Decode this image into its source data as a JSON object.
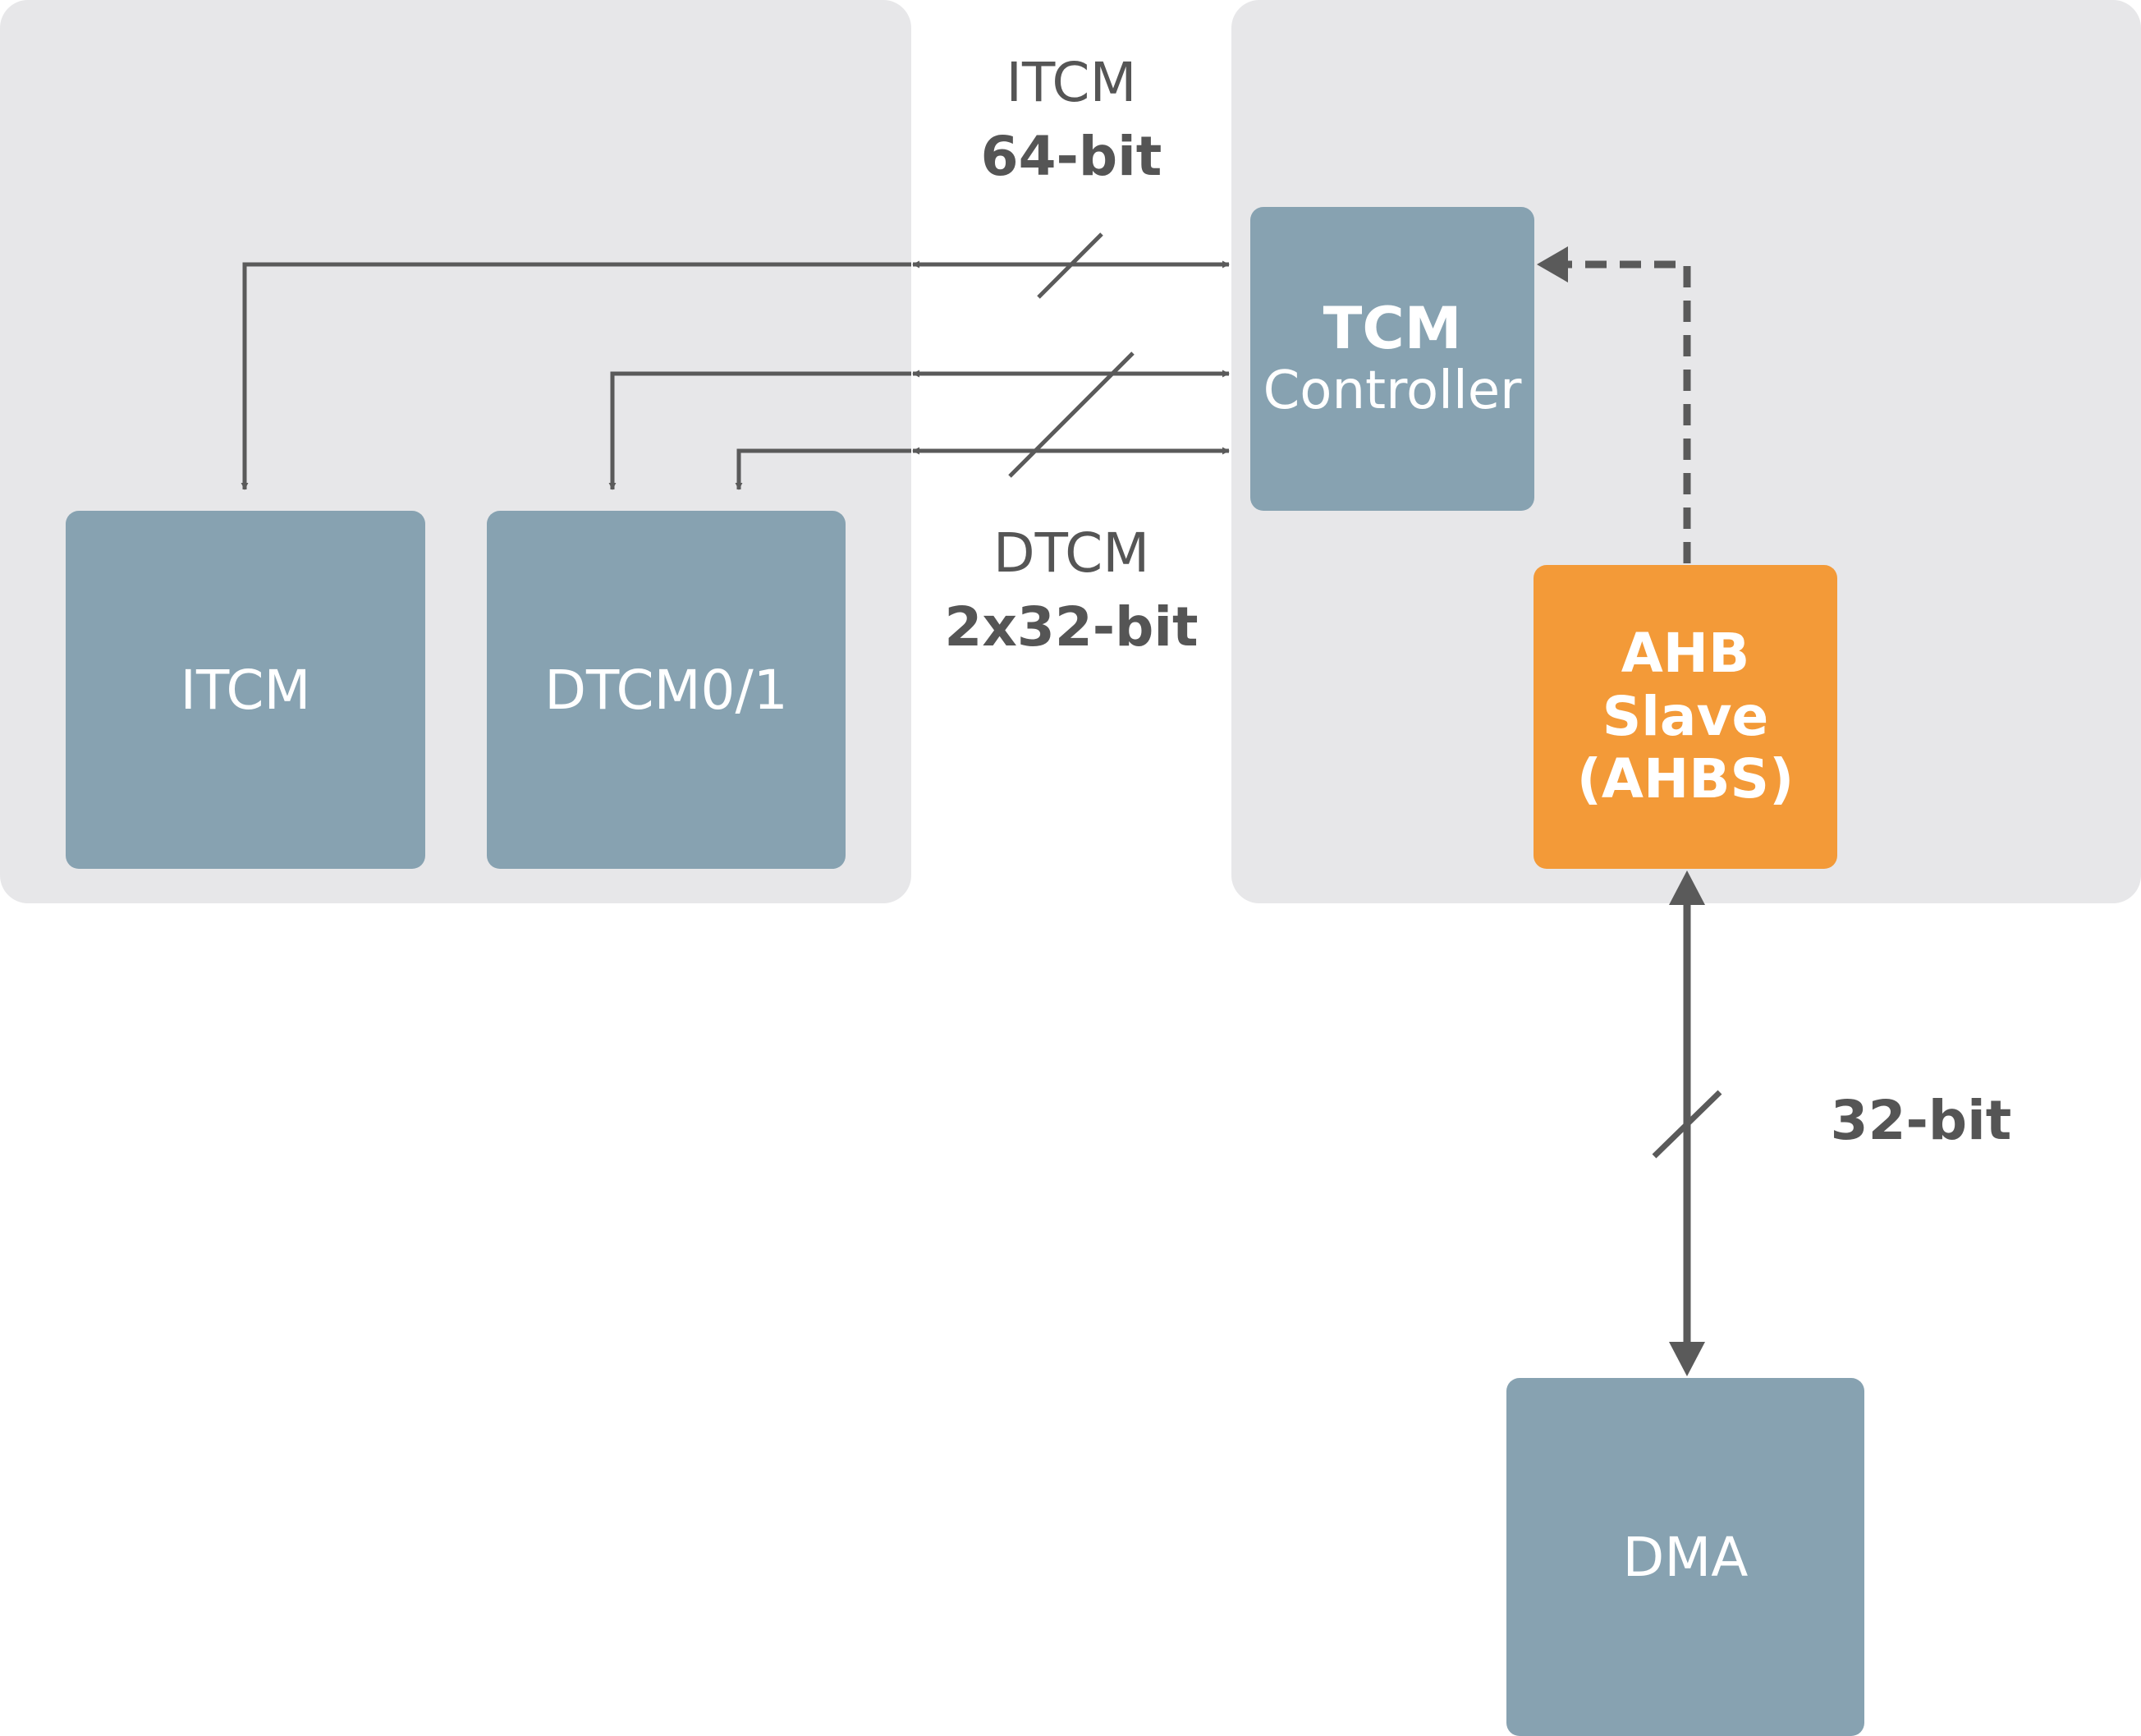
{
  "blocks": {
    "itcm": "ITCM",
    "dtcm": "DTCM0/1",
    "tcm_controller": {
      "title": "TCM",
      "subtitle": "Controller"
    },
    "ahb_slave": {
      "line1": "AHB",
      "line2": "Slave",
      "line3": "(AHBS)"
    },
    "dma": "DMA"
  },
  "buses": {
    "itcm": {
      "name": "ITCM",
      "width": "64-bit"
    },
    "dtcm": {
      "name": "DTCM",
      "width": "2x32-bit"
    },
    "dma": {
      "width": "32-bit"
    }
  },
  "colors": {
    "panel": "#e7e7e9",
    "block": "#87a2b1",
    "highlight_block": "#f39a38",
    "connector": "#5a5a5a",
    "label": "#555555"
  }
}
